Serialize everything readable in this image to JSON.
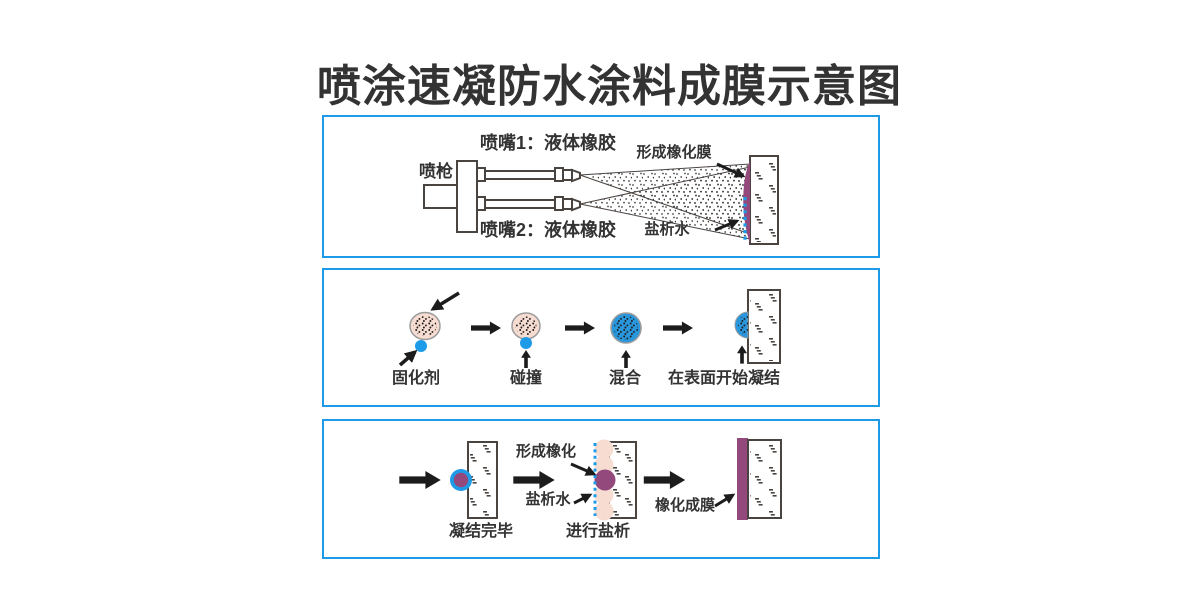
{
  "title": "喷涂速凝防水涂料成膜示意图",
  "colors": {
    "panel_border": "#1e9be8",
    "film_purple": "#93497c",
    "water_blue": "#1e9be8",
    "liquid_rubber_pink": "#f7dcd2",
    "mixture_blue": "#2a96dc",
    "outline": "#4a4440",
    "ink": "#333333"
  },
  "panel1": {
    "labels": {
      "nozzle1": "喷嘴1：液体橡胶",
      "gun": "喷枪",
      "nozzle2": "喷嘴2：液体橡胶",
      "film": "形成橡化膜",
      "salt_water": "盐析水"
    }
  },
  "panel2": {
    "labels": {
      "step1": "固化剂",
      "step2": "碰撞",
      "step3": "混合",
      "step4": "在表面开始凝结"
    }
  },
  "panel3": {
    "labels": {
      "done": "凝结完毕",
      "forming": "形成橡化",
      "salt_water": "盐析水",
      "salting": "进行盐析",
      "film": "橡化成膜"
    }
  }
}
